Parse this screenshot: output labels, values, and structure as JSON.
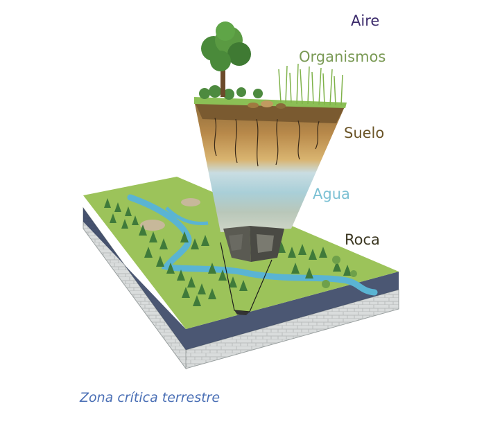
{
  "labels": {
    "aire": "Aire",
    "organismos": "Organismos",
    "suelo": "Suelo",
    "agua": "Agua",
    "roca": "Roca"
  },
  "caption": "Zona crítica terrestre",
  "colors": {
    "aire": "#3b2a6b",
    "organismos": "#7a9a55",
    "suelo": "#6b5528",
    "agua": "#7cc1d4",
    "roca": "#3a3620",
    "caption": "#4a6fb5",
    "river": "#5ab4d3",
    "grass": "#9cc35a",
    "tree": "#3f7a3a"
  }
}
